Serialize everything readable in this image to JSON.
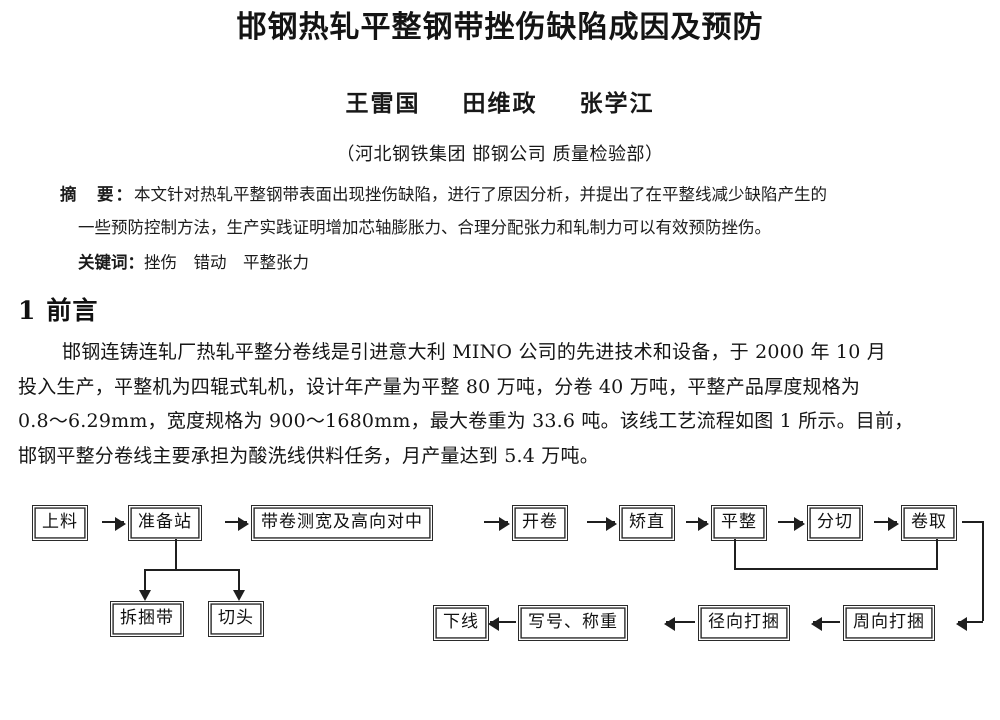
{
  "document": {
    "title": "邯钢热轧平整钢带挫伤缺陷成因及预防",
    "authors": [
      "王雷国",
      "田维政",
      "张学江"
    ],
    "affiliation": "（河北钢铁集团 邯钢公司 质量检验部）",
    "abstract": {
      "label": "摘　要：",
      "line1": "本文针对热轧平整钢带表面出现挫伤缺陷，进行了原因分析，并提出了在平整线减少缺陷产生的",
      "line2": "一些预防控制方法，生产实践证明增加芯轴膨胀力、合理分配张力和轧制力可以有效预防挫伤。"
    },
    "keywords": {
      "label": "关键词：",
      "value": "挫伤　错动　平整张力"
    },
    "section": {
      "number": "1",
      "title": "前言"
    },
    "body": {
      "line1": "邯钢连铸连轧厂热轧平整分卷线是引进意大利 MINO 公司的先进技术和设备，于 2000 年 10 月",
      "line2": "投入生产，平整机为四辊式轧机，设计年产量为平整 80 万吨，分卷 40 万吨，平整产品厚度规格为",
      "line3": "0.8～6.29mm，宽度规格为 900～1680mm，最大卷重为 33.6 吨。该线工艺流程如图 1 所示。目前，",
      "line4": "邯钢平整分卷线主要承担为酸洗线供料任务，月产量达到 5.4 万吨。"
    }
  },
  "flowchart": {
    "caption_reference": "图 1",
    "nodes": {
      "loading": "上料",
      "prep_station": "准备站",
      "coil_width_centering": "带卷测宽及高向对中",
      "uncoiling": "开卷",
      "straightening": "矫直",
      "skin_pass": "平整",
      "slitting": "分切",
      "coiling": "卷取",
      "strap_removal": "拆捆带",
      "head_cut": "切头",
      "offline": "下线",
      "marking_weighing": "写号、称重",
      "radial_bundling": "径向打捆",
      "circumferential_bundling": "周向打捆"
    }
  }
}
